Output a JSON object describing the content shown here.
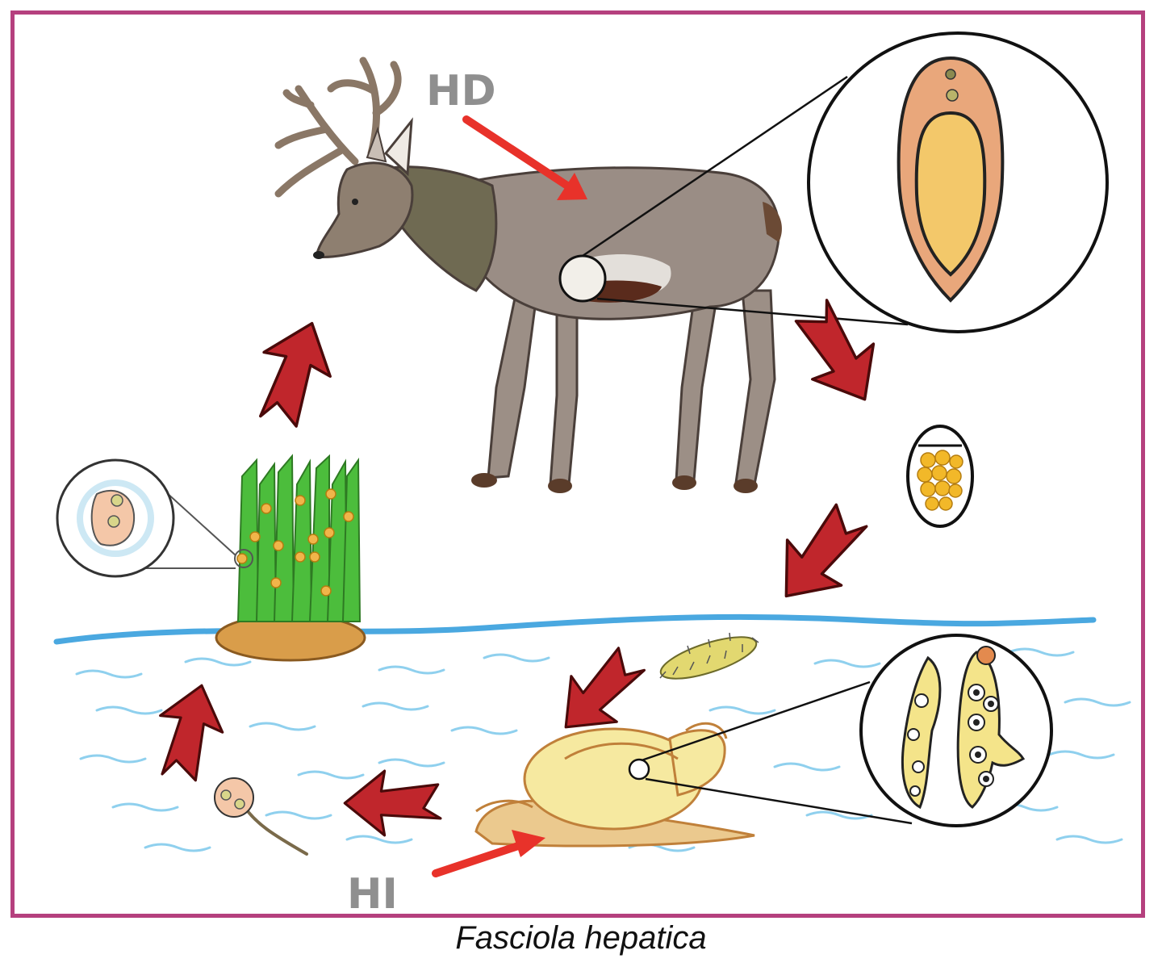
{
  "labels": {
    "definitive_host": "HD",
    "intermediate_host": "HI"
  },
  "caption": "Fasciola hepatica",
  "colors": {
    "frame": "#b5407e",
    "cycle_arrow": "#c0262c",
    "pointer_arrow": "#e8322a",
    "water_line": "#4aa8e0",
    "water_ripple": "#8fd0ee",
    "fluke_body": "#e9a77b",
    "fluke_inner": "#f3c86a",
    "snail_shell": "#f6e9a0",
    "grass": "#4cbd3c",
    "mud": "#d99d4a"
  },
  "icons": [
    "deer-icon",
    "adult-fluke-icon",
    "egg-icon",
    "miracidium-icon",
    "snail-icon",
    "sporocyst-redia-icon",
    "cercaria-icon",
    "metacercaria-icon",
    "grass-icon"
  ]
}
